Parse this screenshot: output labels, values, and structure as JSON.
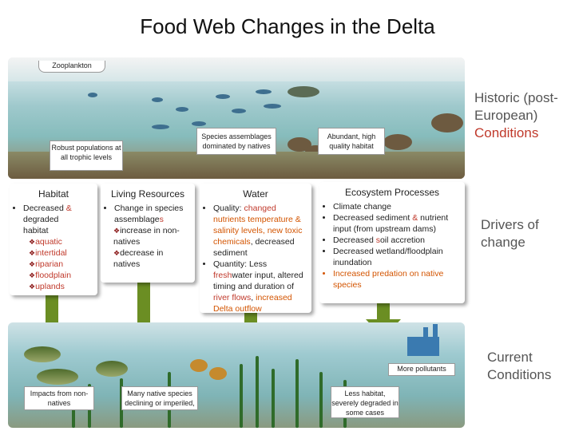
{
  "title": "Food Web Changes in the Delta",
  "top_scene": {
    "zooplankton_label": "Zooplankton",
    "robust_label": "Robust populations at all trophic levels",
    "species_label": "Species assemblages dominated by natives",
    "habitat_label": "Abundant, high quality habitat"
  },
  "side_labels": {
    "historic_line1": "Historic (post-",
    "historic_line2": "European)",
    "historic_line3": "Conditions",
    "drivers_line1": "Drivers of",
    "drivers_line2": "change",
    "current_line1": "Current",
    "current_line2": "Conditions"
  },
  "boxes": {
    "habitat": {
      "heading": "Habitat",
      "line1_a": "Decreased ",
      "line1_b": "&",
      "line2": "degraded",
      "line3": "habitat",
      "subs": [
        "aquatic",
        "intertidal",
        "riparian",
        "floodplain",
        "uplands"
      ]
    },
    "living": {
      "heading": "Living Resources",
      "line1": "Change in species",
      "line2_a": "assemblage",
      "line2_b": "s",
      "subs": [
        "increase in non-natives",
        "decrease in natives"
      ]
    },
    "water": {
      "heading": "Water",
      "q_a": "Quality: ",
      "q_b": "changed",
      "q_c": "nutrients temperature & salinity levels, new toxic chemicals",
      "q_d": ",",
      "q_e": "decreased sediment",
      "qt_a": "Quantity: Less ",
      "qt_b": "fresh",
      "qt_c": "water input",
      "qt_d": ", altered timing and duration of ",
      "qt_e": "river flows",
      "qt_f": ",",
      "qt_g": "increased Delta outflow"
    },
    "eco": {
      "heading": "Ecosystem Processes",
      "i1": "Climate change",
      "i2_a": "Decreased sediment ",
      "i2_b": "&",
      "i2_c": "nutrient input (from upstream dams)",
      "i3_a": "Decreased ",
      "i3_b": "s",
      "i3_c": "oil accretion",
      "i4": "Decreased wetland/floodplain inundation",
      "i5": "Increased predation on native species"
    }
  },
  "bottom_scene": {
    "nonnatives_label": "Impacts from non-natives",
    "declining_label": "Many native species declining or imperiled,",
    "pollutants_label": "More pollutants",
    "lesshabitat_label": "Less habitat, severely degraded in some cases"
  },
  "colors": {
    "arrow": "#6b8e23",
    "red_text": "#c0392b",
    "orange_text": "#d35400"
  }
}
